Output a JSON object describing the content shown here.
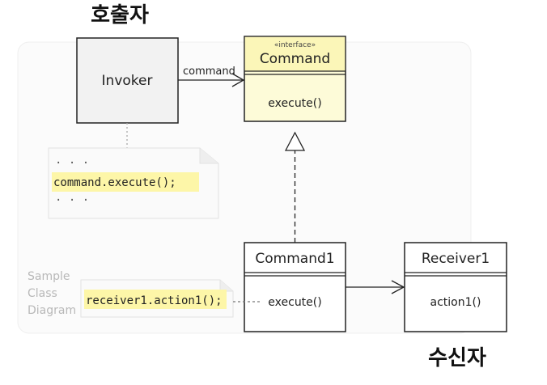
{
  "labels": {
    "caller": "호출자",
    "receiver": "수신자"
  },
  "invoker": {
    "name": "Invoker"
  },
  "command": {
    "stereotype": "«interface»",
    "name": "Command",
    "operation": "execute()"
  },
  "command1": {
    "name": "Command1",
    "operation": "execute()"
  },
  "receiver1": {
    "name": "Receiver1",
    "operation": "action1()"
  },
  "association": {
    "label": "command"
  },
  "note_invoker": {
    "dots_top": "· · ·",
    "code": "command.execute();",
    "dots_bottom": "· · ·"
  },
  "note_command1": {
    "code": "receiver1.action1();"
  },
  "caption": {
    "line1": "Sample",
    "line2": "Class",
    "line3": "Diagram"
  },
  "colors": {
    "interface_fill": "#fdfbd8",
    "interface_header": "#fbf6b8",
    "box_fill": "#ffffff",
    "invoker_fill": "#f2f2f2",
    "highlight": "#fdf6a8",
    "note_fill": "#fafafa",
    "stroke": "#222222"
  }
}
